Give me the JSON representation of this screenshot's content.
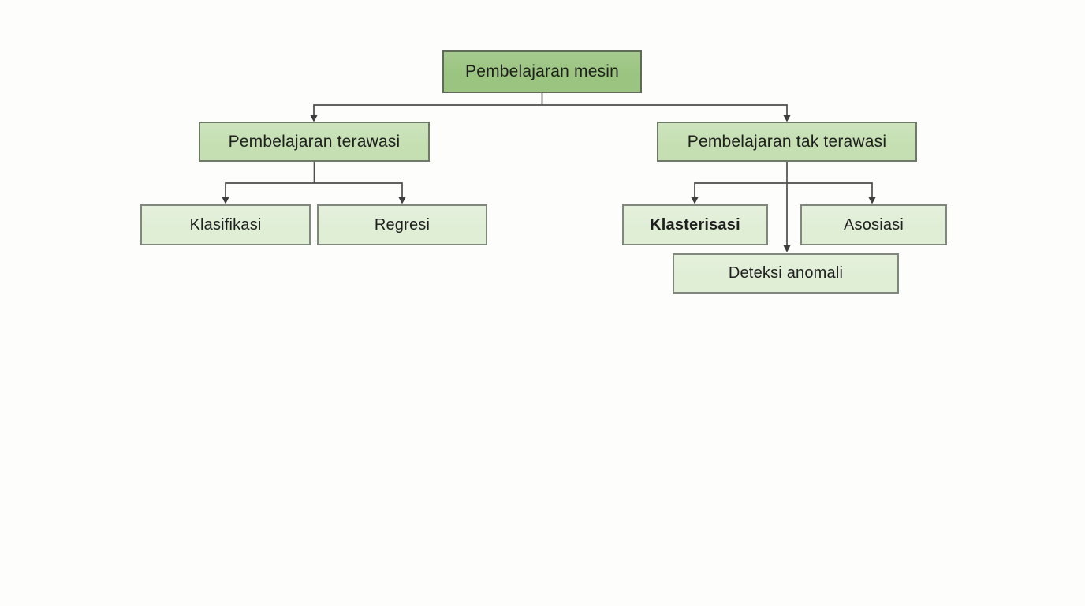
{
  "diagram": {
    "description": "Bagan hirarki pembelajaran mesin",
    "nodes": {
      "root": {
        "label": "Pembelajaran mesin"
      },
      "supervised": {
        "label": "Pembelajaran terawasi"
      },
      "unsupervised": {
        "label": "Pembelajaran tak terawasi"
      },
      "classification": {
        "label": "Klasifikasi"
      },
      "regression": {
        "label": "Regresi"
      },
      "clustering": {
        "label": "Klasterisasi"
      },
      "association": {
        "label": "Asosiasi"
      },
      "anomaly": {
        "label": "Deteksi anomali"
      }
    },
    "edges": [
      {
        "from": "root",
        "to": "supervised"
      },
      {
        "from": "root",
        "to": "unsupervised"
      },
      {
        "from": "supervised",
        "to": "classification"
      },
      {
        "from": "supervised",
        "to": "regression"
      },
      {
        "from": "unsupervised",
        "to": "clustering"
      },
      {
        "from": "unsupervised",
        "to": "association"
      },
      {
        "from": "unsupervised",
        "to": "anomaly"
      }
    ],
    "colors": {
      "page_bg": "#fdfdfc",
      "root_fill": "#9ac47f",
      "root_border": "#5e6b56",
      "branch_fill": "#c5dfb2",
      "branch_border": "#6e796a",
      "leaf_fill": "#e0eed6",
      "leaf_border": "#80887d",
      "line_color": "#4c4c4c",
      "arrow_color": "#3d3d3d",
      "text_color": "#1f1f1f"
    }
  }
}
